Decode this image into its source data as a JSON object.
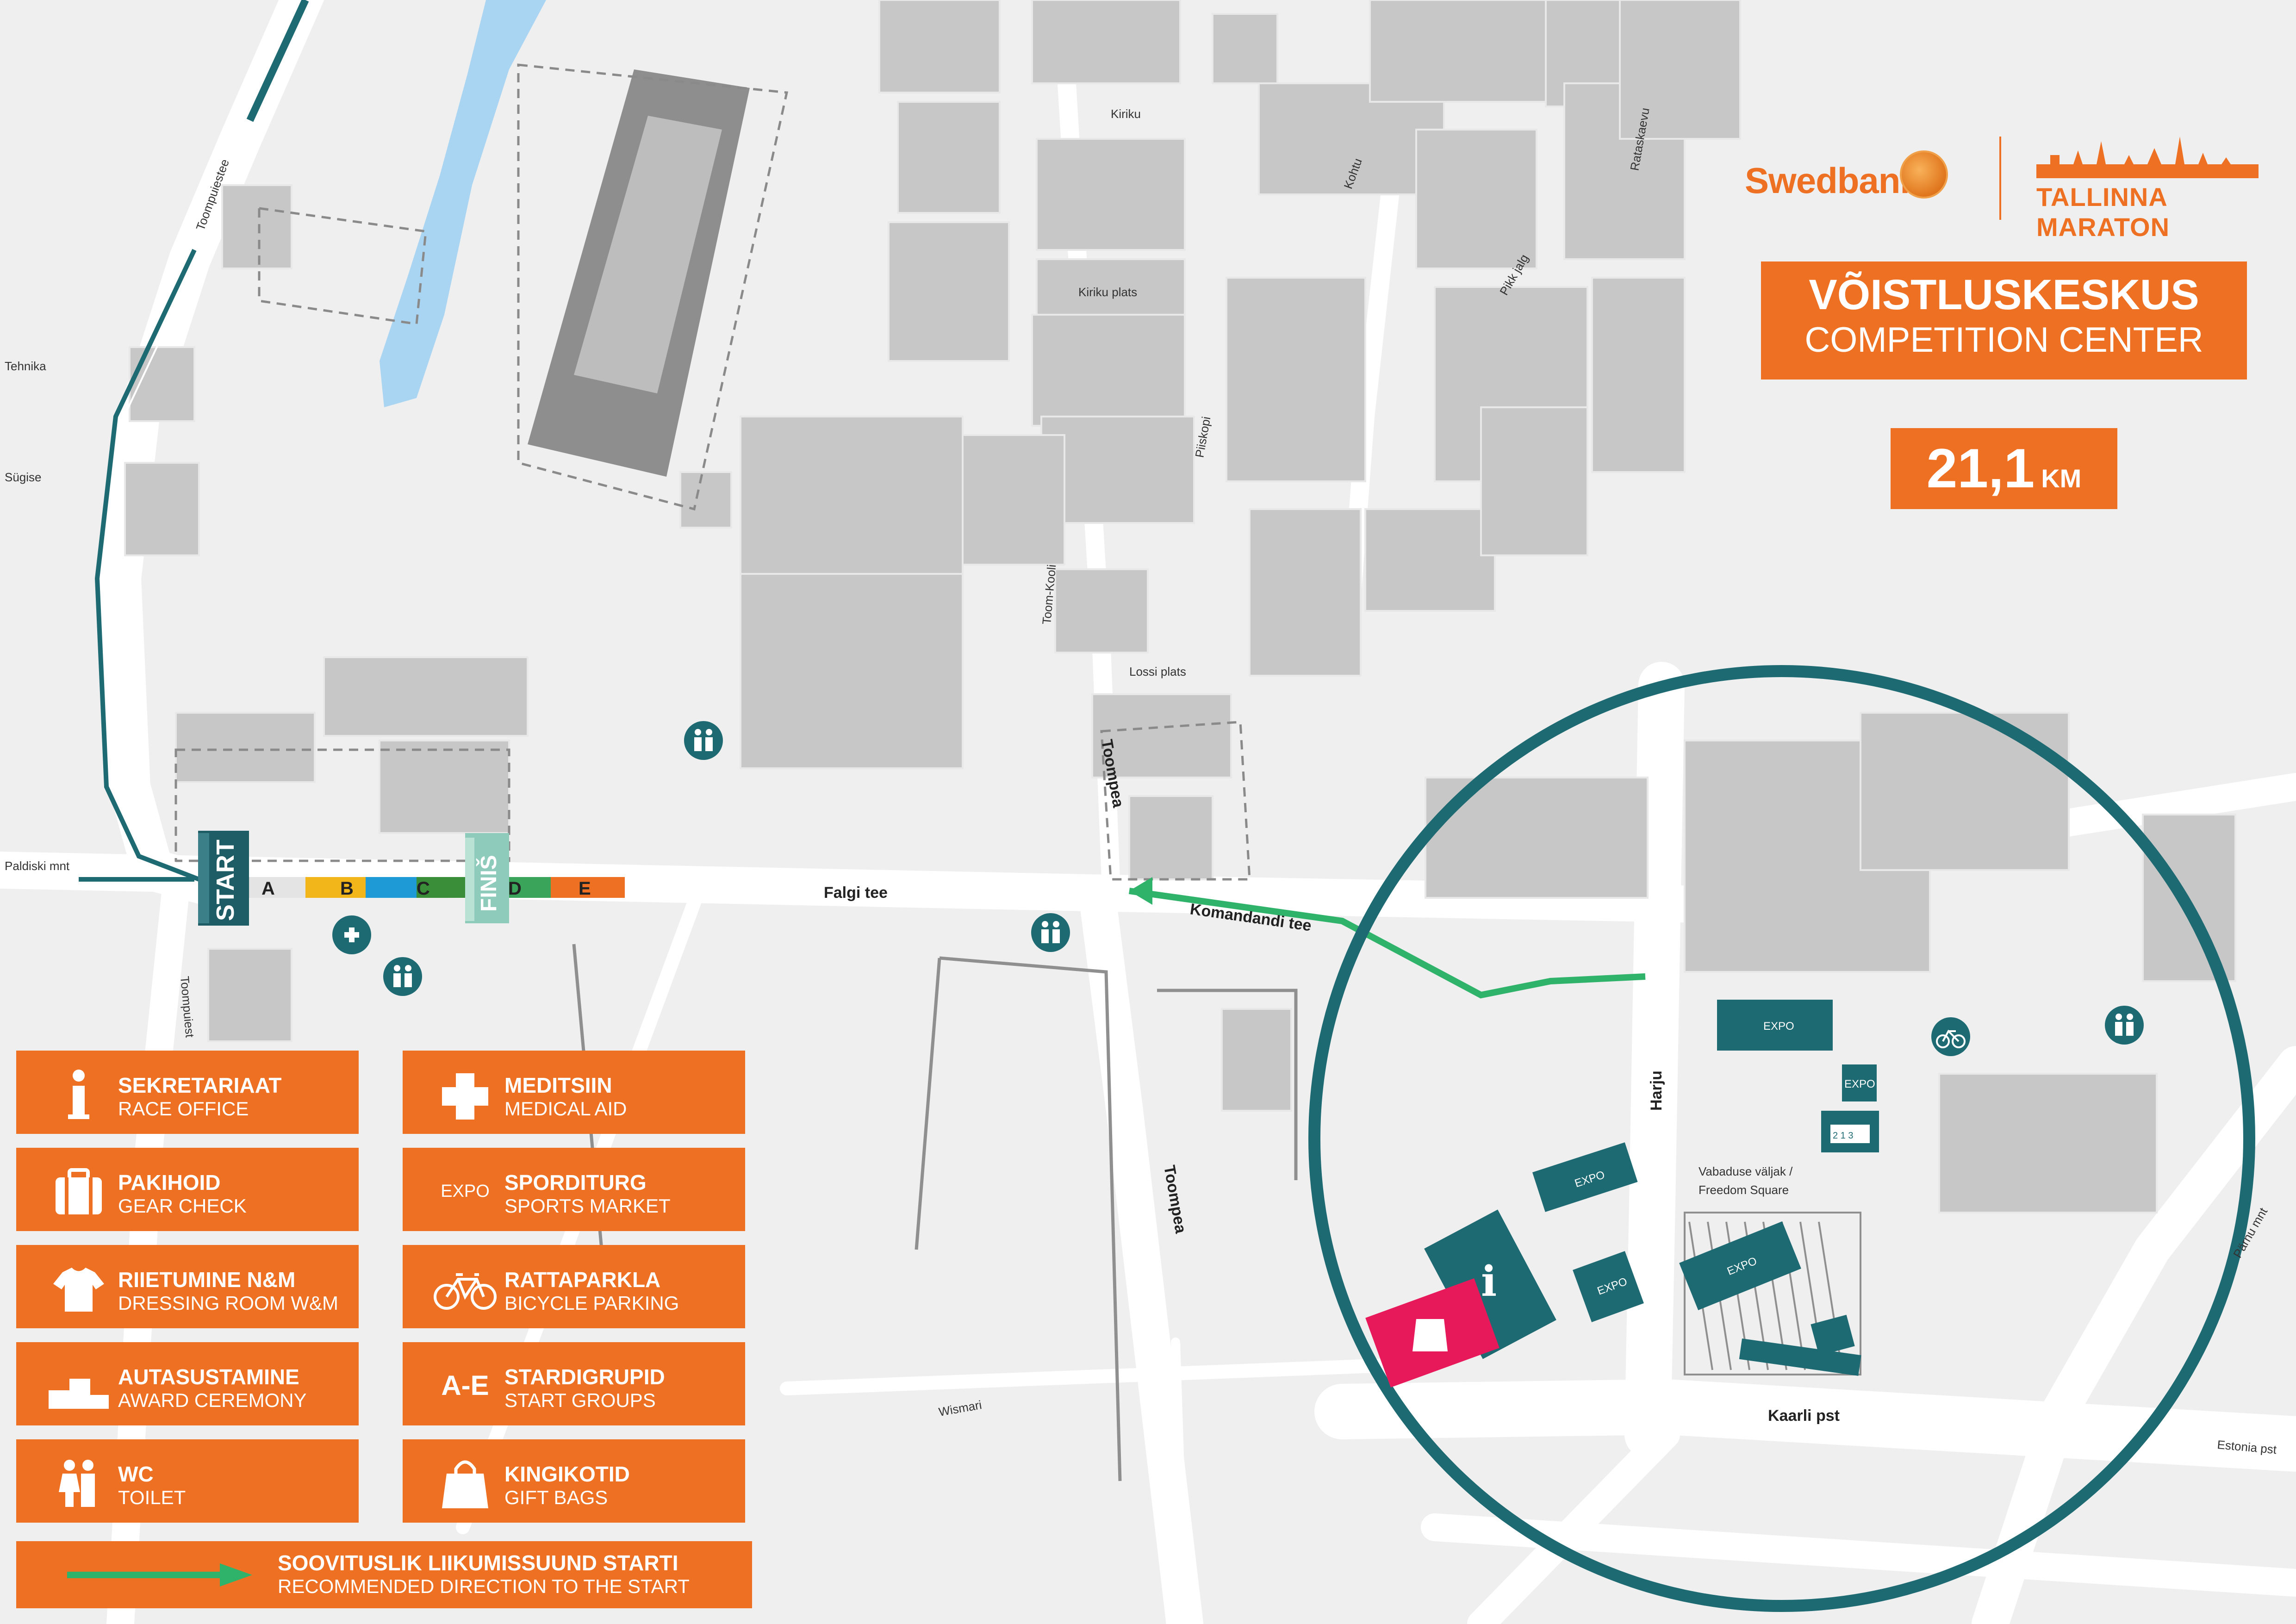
{
  "brand": {
    "sponsor": "Swedbank",
    "event": "TALLINNA MARATON",
    "colors": {
      "orange": "#ee7023",
      "teal": "#1e6a73",
      "green": "#2fb36b",
      "pink": "#e8195a"
    }
  },
  "title": {
    "et": "VÕISTLUSKESKUS",
    "en": "COMPETITION CENTER"
  },
  "distance": {
    "value": "21,1",
    "unit": "KM"
  },
  "map": {
    "streets": {
      "toompuiestee": "Toompuiestee",
      "tehnika": "Tehnika",
      "sugise": "Sügise",
      "paldiski": "Paldiski mnt",
      "falgi": "Falgi tee",
      "toompea": "Toompea",
      "komandandi": "Komandandi tee",
      "kiriku": "Kiriku",
      "kiriku_plats": "Kiriku plats",
      "kohtu": "Kohtu",
      "piiskopi": "Piiskopi",
      "pikk_jalg": "Pikk jalg",
      "rataskaevu": "Rataskaevu",
      "toom_kooli": "Toom-Kooli",
      "lossi_plats": "Lossi plats",
      "harju": "Harju",
      "kaarli": "Kaarli pst",
      "parnu": "Pärnu mnt",
      "estonia": "Estonia pst",
      "wismari": "Wismari",
      "toompuiestee2": "Toompuiest",
      "vabaduse": "Vabaduse väljak /",
      "freedom": "Freedom Square"
    },
    "start_label": "START",
    "finish_label": "FINIŠ",
    "corrals": [
      "A",
      "B",
      "C",
      "D",
      "E"
    ],
    "corral_colors": [
      "#d8d8d8",
      "#f2b61b",
      "#1e9ad6",
      "#3aa55a",
      "#ee7023"
    ],
    "expo_label": "EXPO",
    "info_icon": "info-icon",
    "podium_label": "2 1 3"
  },
  "legend": [
    {
      "icon": "info-icon",
      "et": "SEKRETARIAAT",
      "en": "RACE OFFICE"
    },
    {
      "icon": "medical-cross-icon",
      "et": "MEDITSIIN",
      "en": "MEDICAL AID"
    },
    {
      "icon": "suitcase-icon",
      "et": "PAKIHOID",
      "en": "GEAR CHECK"
    },
    {
      "icon": "expo-icon",
      "icon_text": "EXPO",
      "et": "SPORDITURG",
      "en": "SPORTS MARKET"
    },
    {
      "icon": "tshirt-icon",
      "et": "RIIETUMINE N&M",
      "en": "DRESSING ROOM W&M"
    },
    {
      "icon": "bicycle-icon",
      "et": "RATTAPARKLA",
      "en": "BICYCLE PARKING"
    },
    {
      "icon": "podium-icon",
      "et": "AUTASUSTAMINE",
      "en": "AWARD CEREMONY"
    },
    {
      "icon": "start-groups-icon",
      "icon_text": "A-E",
      "et": "STARDIGRUPID",
      "en": "START GROUPS"
    },
    {
      "icon": "toilet-icon",
      "et": "WC",
      "en": "TOILET"
    },
    {
      "icon": "gift-bag-icon",
      "et": "KINGIKOTID",
      "en": "GIFT BAGS"
    }
  ],
  "route_legend": {
    "icon": "green-arrow-icon",
    "et": "SOOVITUSLIK LIIKUMISSUUND STARTI",
    "en": "RECOMMENDED DIRECTION TO THE START"
  }
}
